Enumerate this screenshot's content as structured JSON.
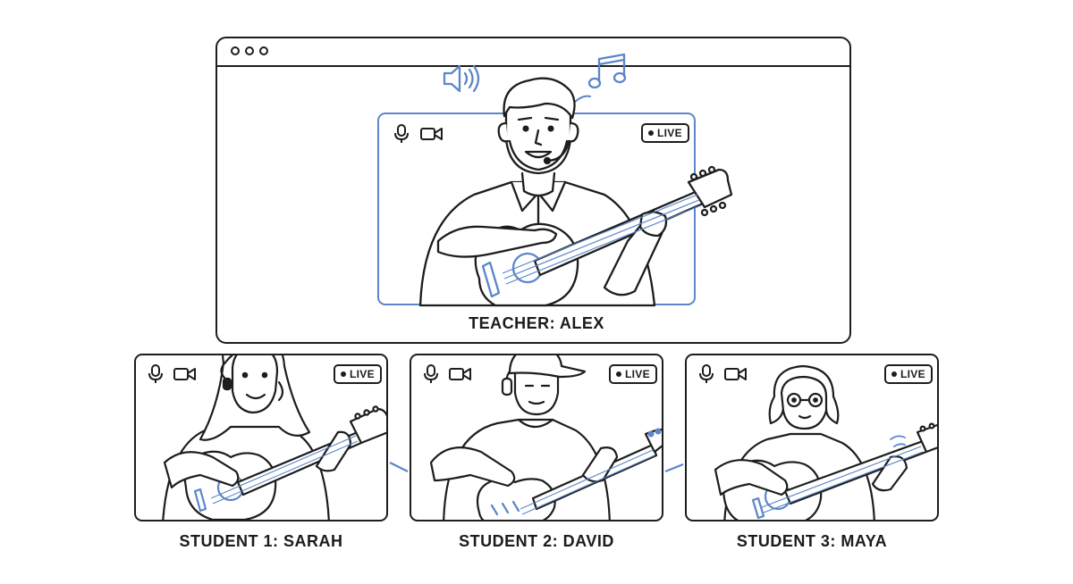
{
  "teacher": {
    "label": "TEACHER: ALEX",
    "live_badge": "LIVE"
  },
  "students": [
    {
      "label": "STUDENT 1: SARAH",
      "live_badge": "LIVE"
    },
    {
      "label": "STUDENT 2: DAVID",
      "live_badge": "LIVE"
    },
    {
      "label": "STUDENT 3: MAYA",
      "live_badge": "LIVE"
    }
  ],
  "icons": {
    "window_controls": [
      "window-dot-icon",
      "window-dot-icon",
      "window-dot-icon"
    ],
    "decor": [
      "speaker-icon",
      "music-note-icon"
    ],
    "tile_controls": [
      "microphone-icon",
      "video-camera-icon"
    ]
  },
  "colors": {
    "accent": "#5b86c9",
    "ink": "#1d1d1d",
    "background": "#ffffff"
  }
}
